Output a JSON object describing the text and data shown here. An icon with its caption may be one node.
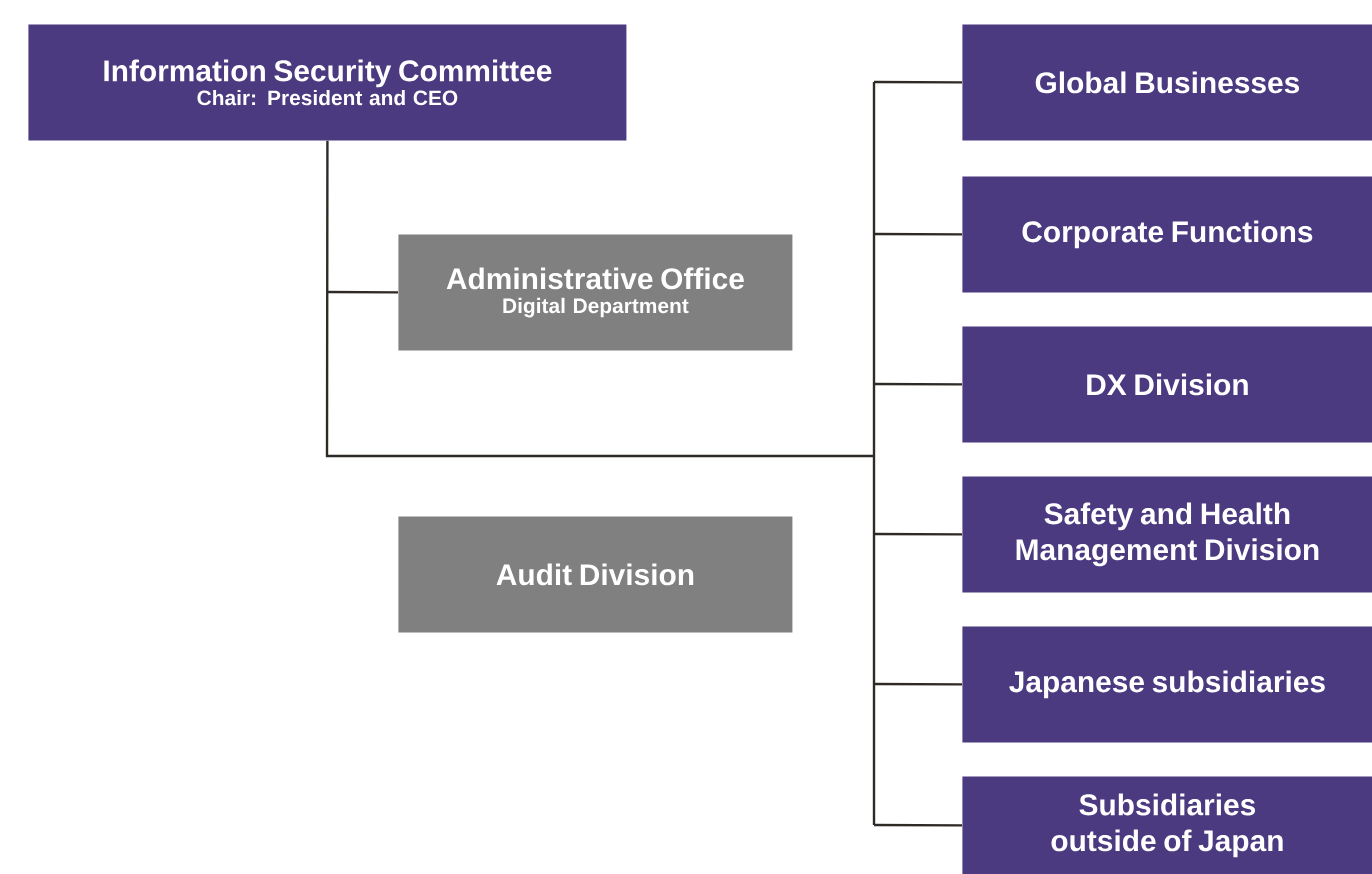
{
  "diagram": {
    "nodes": [
      {
        "text": [
          "Information Security Committee",
          "Chair: President and CEO"
        ]
      },
      {
        "text": [
          "Administrative Office",
          "Digital Department"
        ]
      },
      {
        "text": [
          "Audit Division"
        ]
      },
      {
        "text": [
          "Global Businesses"
        ]
      },
      {
        "text": [
          "Corporate Functions"
        ]
      },
      {
        "text": [
          "DX Division"
        ]
      },
      {
        "text": [
          "Safety and Health Management Division"
        ]
      },
      {
        "text": [
          "Japanese subsidiaries"
        ]
      },
      {
        "text": [
          "Subsidiaries outside of Japan"
        ]
      }
    ],
    "edges": [
      {
        "from": 0,
        "to": 1,
        "arrow": "none"
      },
      {
        "from": 0,
        "to": 3,
        "arrow": "none"
      },
      {
        "from": 0,
        "to": 4,
        "arrow": "none"
      },
      {
        "from": 0,
        "to": 5,
        "arrow": "none"
      },
      {
        "from": 0,
        "to": 6,
        "arrow": "none"
      },
      {
        "from": 0,
        "to": 7,
        "arrow": "none"
      },
      {
        "from": 0,
        "to": 8,
        "arrow": "none"
      }
    ]
  }
}
